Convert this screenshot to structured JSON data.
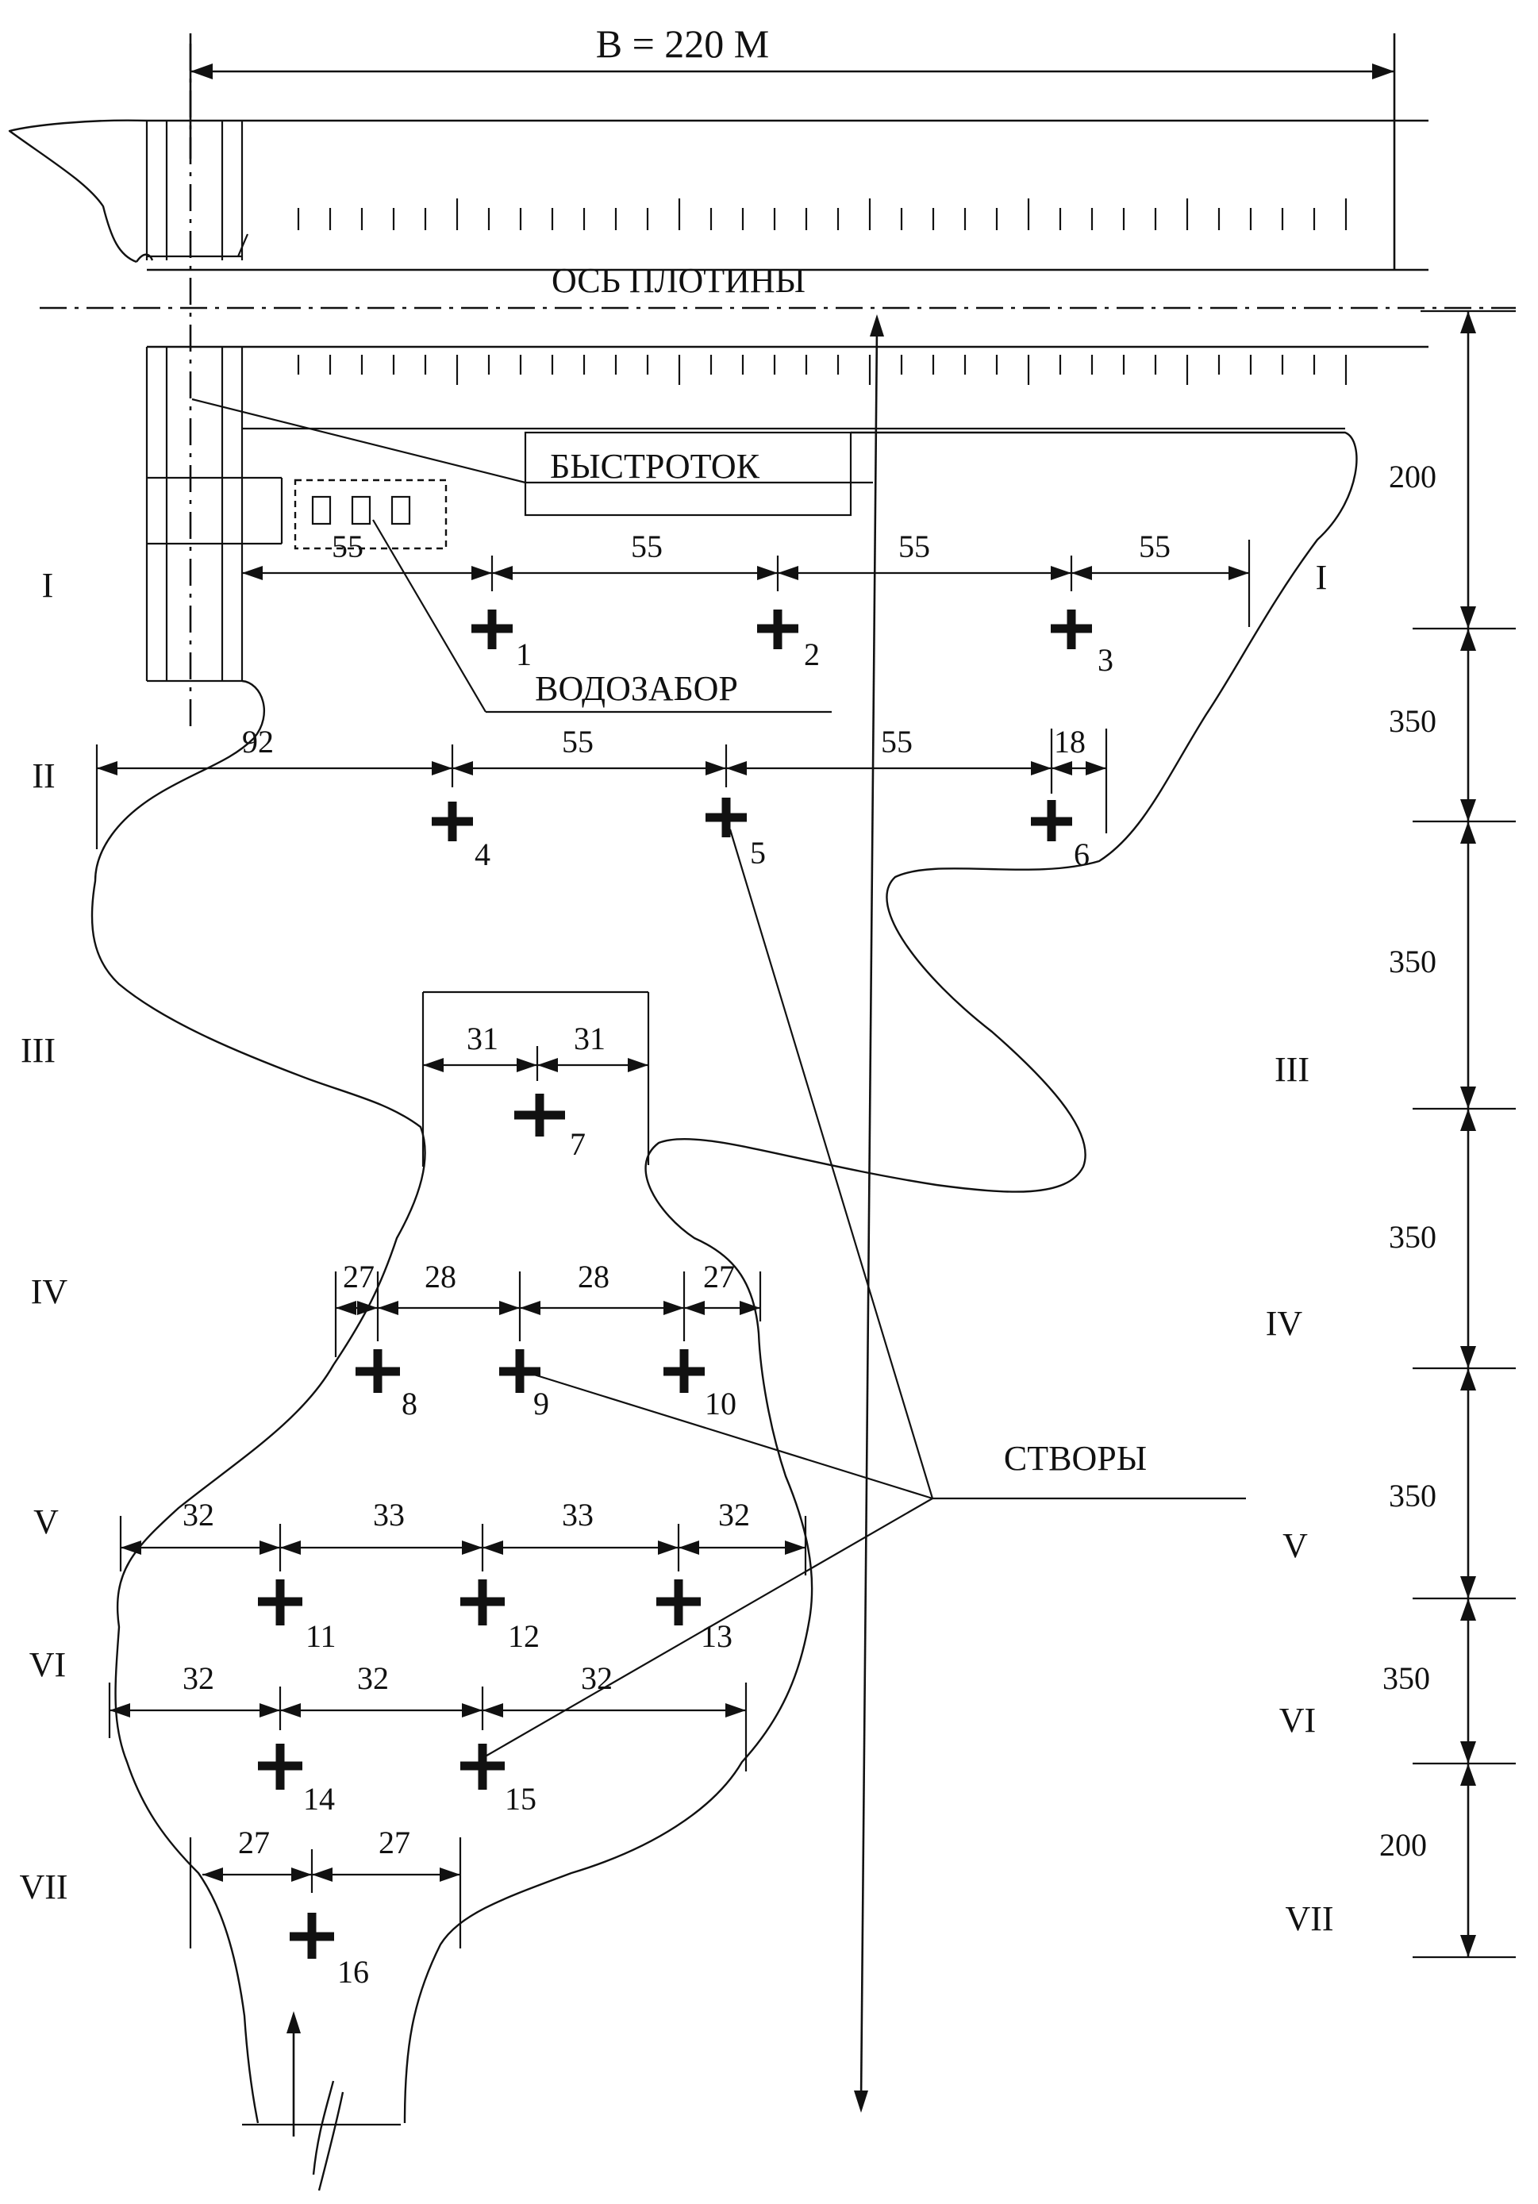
{
  "title": "B = 220 М",
  "labels": {
    "dam_axis": "ОСЬ ПЛОТИНЫ",
    "spillway": "БЫСТРОТОК",
    "intake": "ВОДОЗАБОР",
    "sections_label": "СТВОРЫ"
  },
  "sections_left": [
    "I",
    "II",
    "III",
    "IV",
    "V",
    "VI",
    "VII"
  ],
  "sections_right": [
    "I",
    "III",
    "IV",
    "V",
    "VI",
    "VII"
  ],
  "section_spacing": [
    "200",
    "350",
    "350",
    "350",
    "350",
    "350",
    "200"
  ],
  "row_dimensions": {
    "I": [
      "55",
      "55",
      "55",
      "55"
    ],
    "II": [
      "92",
      "55",
      "55",
      "18"
    ],
    "III": [
      "31",
      "31"
    ],
    "IV": [
      "27",
      "28",
      "28",
      "27"
    ],
    "V": [
      "32",
      "33",
      "33",
      "32"
    ],
    "VI": [
      "32",
      "32",
      "32"
    ],
    "VII": [
      "27",
      "27"
    ]
  },
  "points": [
    "1",
    "2",
    "3",
    "4",
    "5",
    "6",
    "7",
    "8",
    "9",
    "10",
    "11",
    "12",
    "13",
    "14",
    "15",
    "16"
  ],
  "colors": {
    "ink": "#111111",
    "background": "#ffffff"
  }
}
